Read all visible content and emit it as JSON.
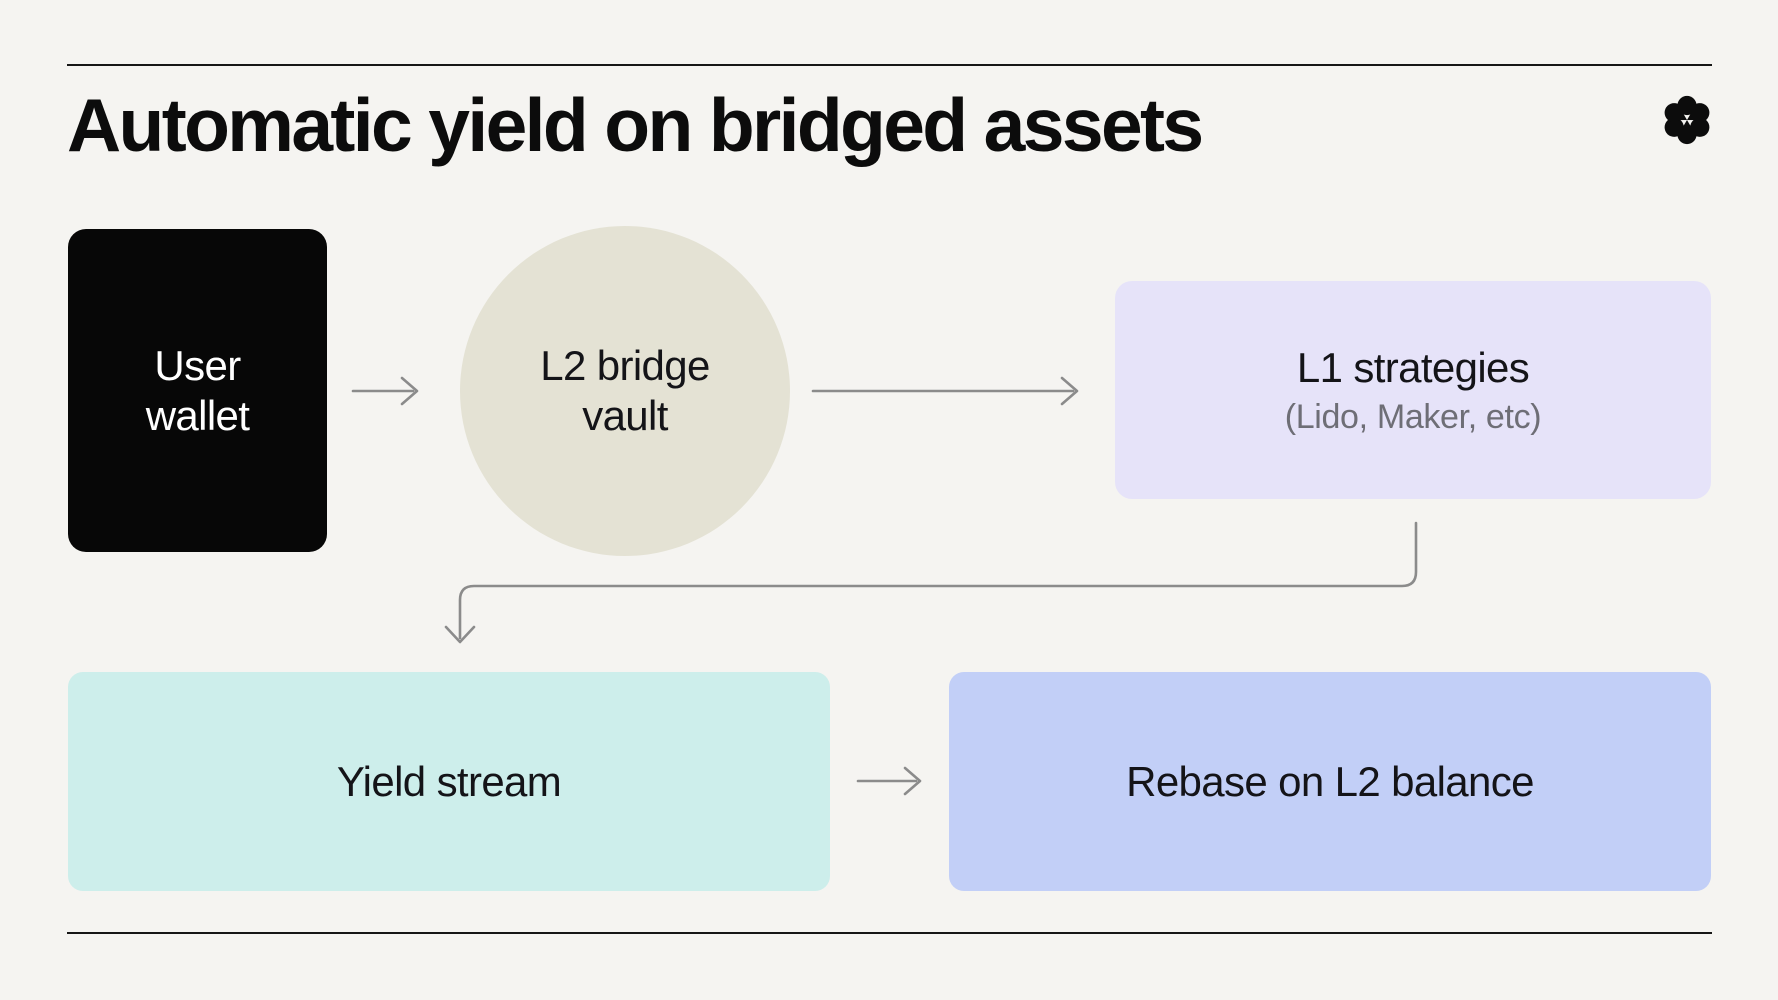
{
  "page": {
    "title": "Automatic yield on bridged assets",
    "logo": "flower-icon"
  },
  "diagram": {
    "nodes": [
      {
        "id": "user-wallet",
        "label": "User wallet",
        "shape": "rounded-rect",
        "fill": "#070707",
        "text_color": "#ffffff"
      },
      {
        "id": "l2-bridge-vault",
        "label": "L2 bridge vault",
        "shape": "circle",
        "fill": "#e4e2d4",
        "text_color": "#141418"
      },
      {
        "id": "l1-strategies",
        "label": "L1 strategies",
        "sublabel": "(Lido, Maker, etc)",
        "shape": "rounded-rect",
        "fill": "#e6e3f9",
        "text_color": "#141418",
        "subtext_color": "#6e6e76"
      },
      {
        "id": "yield-stream",
        "label": "Yield stream",
        "shape": "rounded-rect",
        "fill": "#cdeeeb",
        "text_color": "#141418"
      },
      {
        "id": "rebase-on-l2-balance",
        "label": "Rebase on L2 balance",
        "shape": "rounded-rect",
        "fill": "#c2cff7",
        "text_color": "#141418"
      }
    ],
    "edges": [
      {
        "from": "user-wallet",
        "to": "l2-bridge-vault"
      },
      {
        "from": "l2-bridge-vault",
        "to": "l1-strategies"
      },
      {
        "from": "l1-strategies",
        "to": "yield-stream"
      },
      {
        "from": "yield-stream",
        "to": "rebase-on-l2-balance"
      }
    ],
    "arrow_color": "#8b8b8b"
  },
  "colors": {
    "background": "#f5f4f1",
    "rule": "#161616",
    "title_text": "#0c0c0c"
  }
}
